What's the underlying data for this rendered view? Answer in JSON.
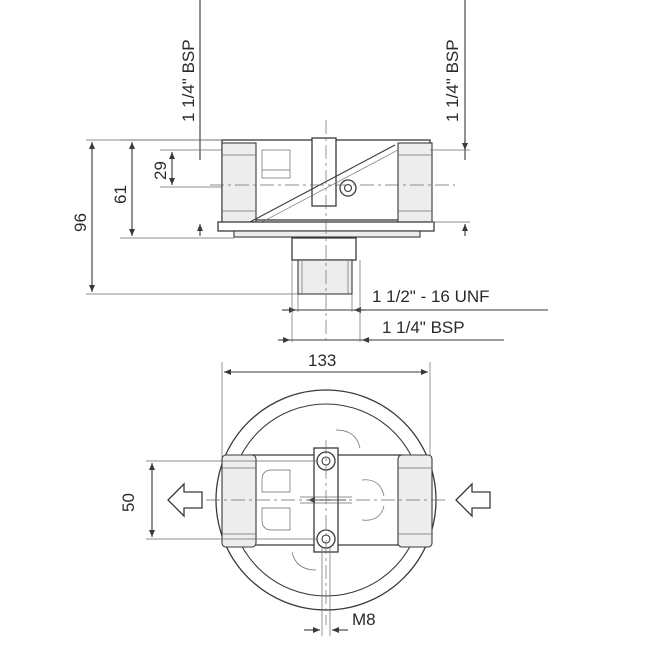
{
  "labels": {
    "bsp_left_top": "1 1/4\" BSP",
    "bsp_right_top": "1 1/4\" BSP",
    "dim_29": "29",
    "dim_61": "61",
    "dim_96": "96",
    "unf_outlet": "1 1/2\" - 16 UNF",
    "bsp_outlet": "1 1/4\" BSP",
    "dim_133": "133",
    "dim_50": "50",
    "thread_m8": "M8"
  },
  "colors": {
    "line": "#3a3a3a",
    "shade": "#ededed",
    "background": "#ffffff"
  }
}
